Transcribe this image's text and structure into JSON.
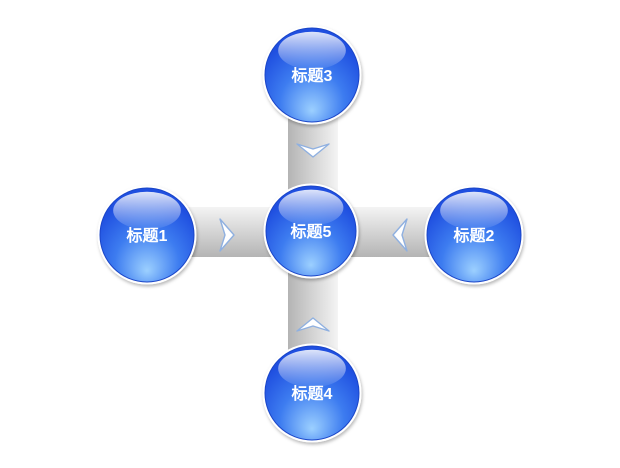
{
  "diagram": {
    "colors": {
      "ball_light": "#9cd0ff",
      "ball_mid": "#3d7cf0",
      "ball_dark": "#1f4fe0",
      "ball_rim": "#1a45c8",
      "connector_light": "#f4f4f4",
      "connector_dark": "#b4b4b4",
      "chevron_stroke": "#8fb0e0",
      "label_color": "#ffffff"
    },
    "nodes": [
      {
        "id": "n1",
        "label": "标题1"
      },
      {
        "id": "n2",
        "label": "标题2"
      },
      {
        "id": "n3",
        "label": "标题3"
      },
      {
        "id": "n4",
        "label": "标题4"
      },
      {
        "id": "n5",
        "label": "标题5"
      }
    ],
    "arrows": [
      {
        "from": "n1",
        "to": "n5",
        "direction": "right",
        "icon": "chevron-right-icon"
      },
      {
        "from": "n2",
        "to": "n5",
        "direction": "left",
        "icon": "chevron-left-icon"
      },
      {
        "from": "n3",
        "to": "n5",
        "direction": "down",
        "icon": "chevron-down-icon"
      },
      {
        "from": "n4",
        "to": "n5",
        "direction": "up",
        "icon": "chevron-up-icon"
      }
    ]
  }
}
